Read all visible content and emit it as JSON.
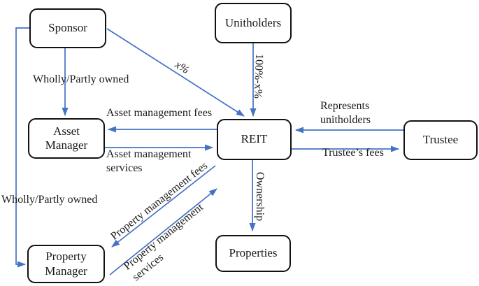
{
  "diagram": {
    "title": "REIT structure diagram",
    "colors": {
      "accent": "#4472C4",
      "box_border": "#111111",
      "background": "#ffffff",
      "text": "#1a1a1a"
    },
    "nodes": {
      "sponsor": {
        "label": "Sponsor"
      },
      "unitholders": {
        "label": "Unitholders"
      },
      "asset_manager": {
        "label": "Asset Manager"
      },
      "reit": {
        "label": "REIT"
      },
      "trustee": {
        "label": "Trustee"
      },
      "property_manager": {
        "label": "Property Manager"
      },
      "properties": {
        "label": "Properties"
      }
    },
    "edges": {
      "sponsor_to_asset_manager": {
        "label": "Wholly/Partly owned"
      },
      "sponsor_to_property_manager": {
        "label": "Wholly/Partly owned"
      },
      "sponsor_to_reit": {
        "label": "x%"
      },
      "unitholders_to_reit": {
        "label": "100%-x%"
      },
      "reit_to_asset_manager": {
        "label": "Asset management fees"
      },
      "asset_manager_to_reit": {
        "label": "Asset management services"
      },
      "trustee_to_reit": {
        "label": "Represents unitholders"
      },
      "reit_to_trustee": {
        "label": "Trustee’s fees"
      },
      "reit_to_properties": {
        "label": "Ownership"
      },
      "reit_to_property_manager": {
        "label": "Property management fees"
      },
      "property_manager_to_reit": {
        "label": "Property management services"
      }
    }
  }
}
